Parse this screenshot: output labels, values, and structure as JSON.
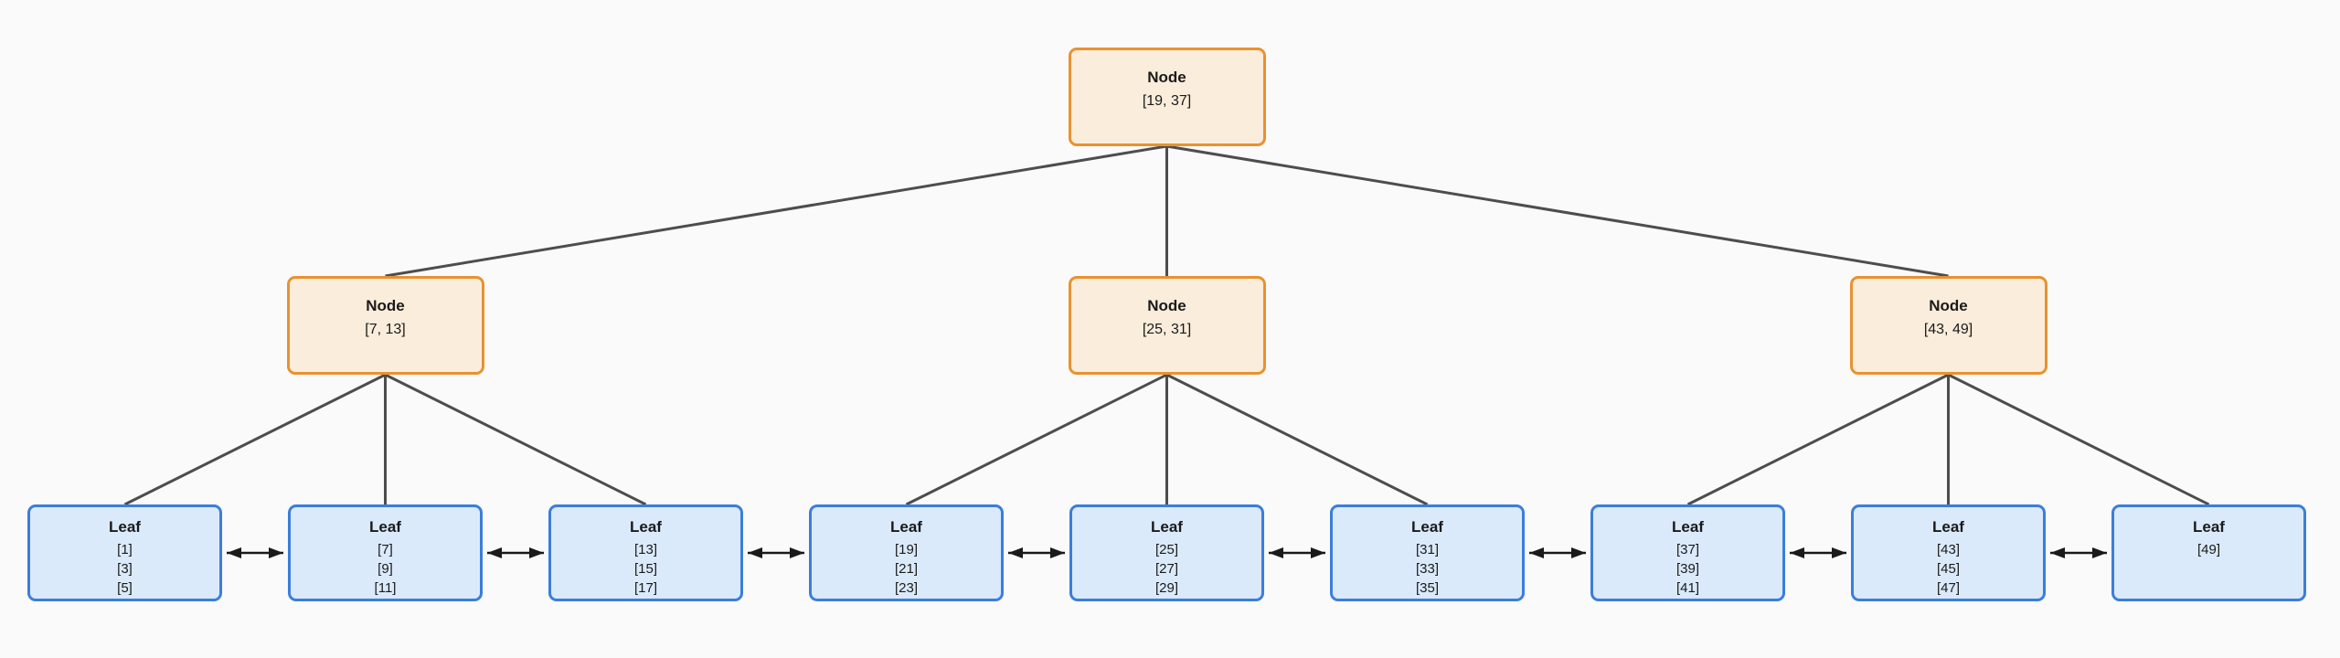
{
  "diagram_type": "b-plus-tree",
  "colors": {
    "bg": "#FAFAFA",
    "node-fill": "#FAEDDB",
    "node-border": "#E8922F",
    "leaf-fill": "#DBEAFB",
    "leaf-border": "#3B7EDB",
    "edge": "#4D4D4D",
    "arrow": "#1A1A1A",
    "text": "#1A1A1A"
  },
  "tree": {
    "root": {
      "label": "Node",
      "keys": "[19, 37]"
    },
    "internal": [
      {
        "label": "Node",
        "keys": "[7, 13]"
      },
      {
        "label": "Node",
        "keys": "[25, 31]"
      },
      {
        "label": "Node",
        "keys": "[43, 49]"
      }
    ],
    "leaves": [
      {
        "label": "Leaf",
        "values": [
          "[1]",
          "[3]",
          "[5]"
        ]
      },
      {
        "label": "Leaf",
        "values": [
          "[7]",
          "[9]",
          "[11]"
        ]
      },
      {
        "label": "Leaf",
        "values": [
          "[13]",
          "[15]",
          "[17]"
        ]
      },
      {
        "label": "Leaf",
        "values": [
          "[19]",
          "[21]",
          "[23]"
        ]
      },
      {
        "label": "Leaf",
        "values": [
          "[25]",
          "[27]",
          "[29]"
        ]
      },
      {
        "label": "Leaf",
        "values": [
          "[31]",
          "[33]",
          "[35]"
        ]
      },
      {
        "label": "Leaf",
        "values": [
          "[37]",
          "[39]",
          "[41]"
        ]
      },
      {
        "label": "Leaf",
        "values": [
          "[43]",
          "[45]",
          "[47]"
        ]
      },
      {
        "label": "Leaf",
        "values": [
          "[49]"
        ]
      }
    ],
    "structure": {
      "root_children": [
        "internal-1",
        "internal-2",
        "internal-3"
      ],
      "internal_children": {
        "internal-1": [
          "leaf-1",
          "leaf-2",
          "leaf-3"
        ],
        "internal-2": [
          "leaf-4",
          "leaf-5",
          "leaf-6"
        ],
        "internal-3": [
          "leaf-7",
          "leaf-8",
          "leaf-9"
        ]
      },
      "leaf_sibling_links": [
        [
          "leaf-1",
          "leaf-2"
        ],
        [
          "leaf-2",
          "leaf-3"
        ],
        [
          "leaf-3",
          "leaf-4"
        ],
        [
          "leaf-4",
          "leaf-5"
        ],
        [
          "leaf-5",
          "leaf-6"
        ],
        [
          "leaf-6",
          "leaf-7"
        ],
        [
          "leaf-7",
          "leaf-8"
        ],
        [
          "leaf-8",
          "leaf-9"
        ]
      ]
    }
  }
}
